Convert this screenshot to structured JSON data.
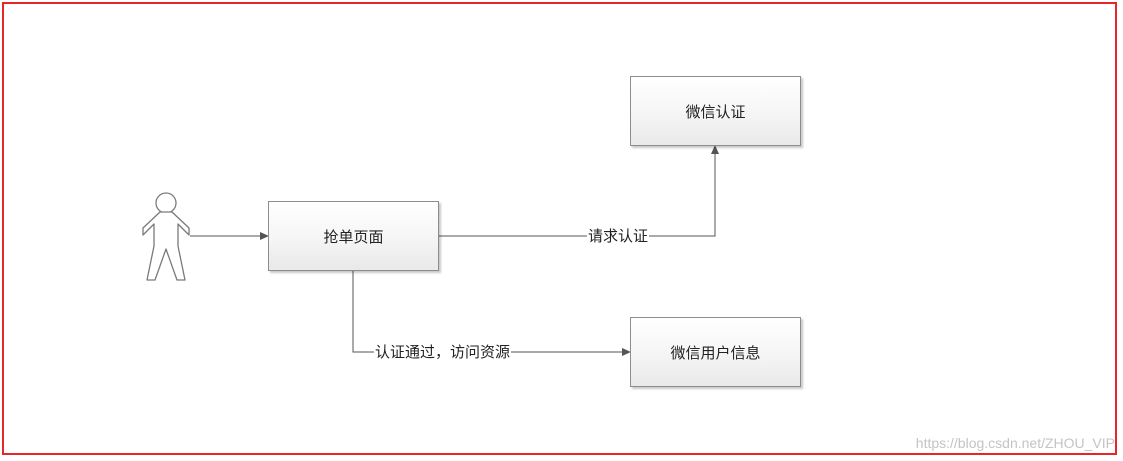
{
  "nodes": {
    "grab_page": "抢单页面",
    "wechat_auth": "微信认证",
    "wechat_user_info": "微信用户信息"
  },
  "edges": {
    "request_auth": "请求认证",
    "auth_passed_access": "认证通过，访问资源"
  },
  "actor_icon": "person-actor-icon",
  "colors": {
    "frame_border": "#e8262a",
    "box_border": "#8d8d8d",
    "connector": "#555555",
    "watermark": "#c4c4c4"
  },
  "watermark": "https://blog.csdn.net/ZHOU_VIP"
}
